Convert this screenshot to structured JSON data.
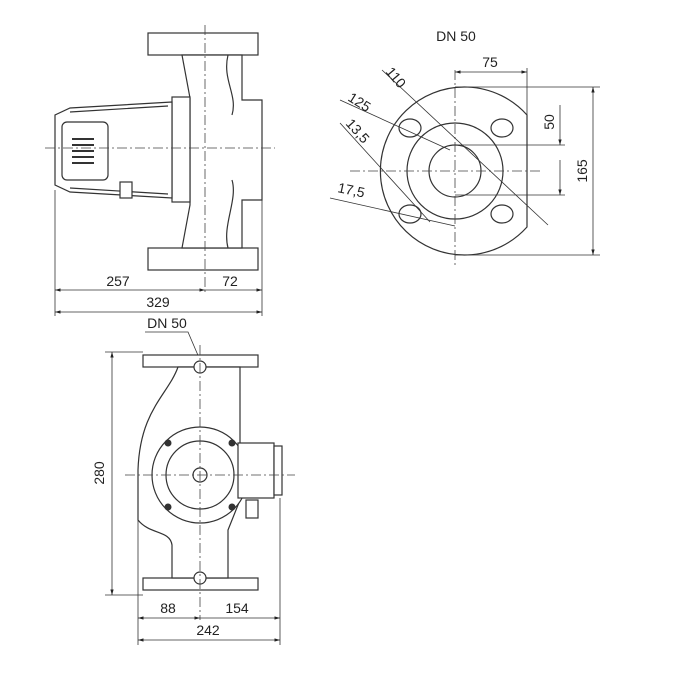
{
  "side_view": {
    "dim_motor": "257",
    "dim_body": "72",
    "dim_total": "329"
  },
  "flange_view": {
    "title": "DN 50",
    "dim_bolt_circle": "110",
    "dim_outer_circle": "125",
    "dim_hole_small": "13,5",
    "dim_hole_large": "17,5",
    "dim_half_width": "75",
    "dim_hole_offset": "50",
    "dim_height": "165"
  },
  "front_view": {
    "nominal_label": "DN 50",
    "dim_height": "280",
    "dim_left": "88",
    "dim_right": "154",
    "dim_total": "242"
  }
}
